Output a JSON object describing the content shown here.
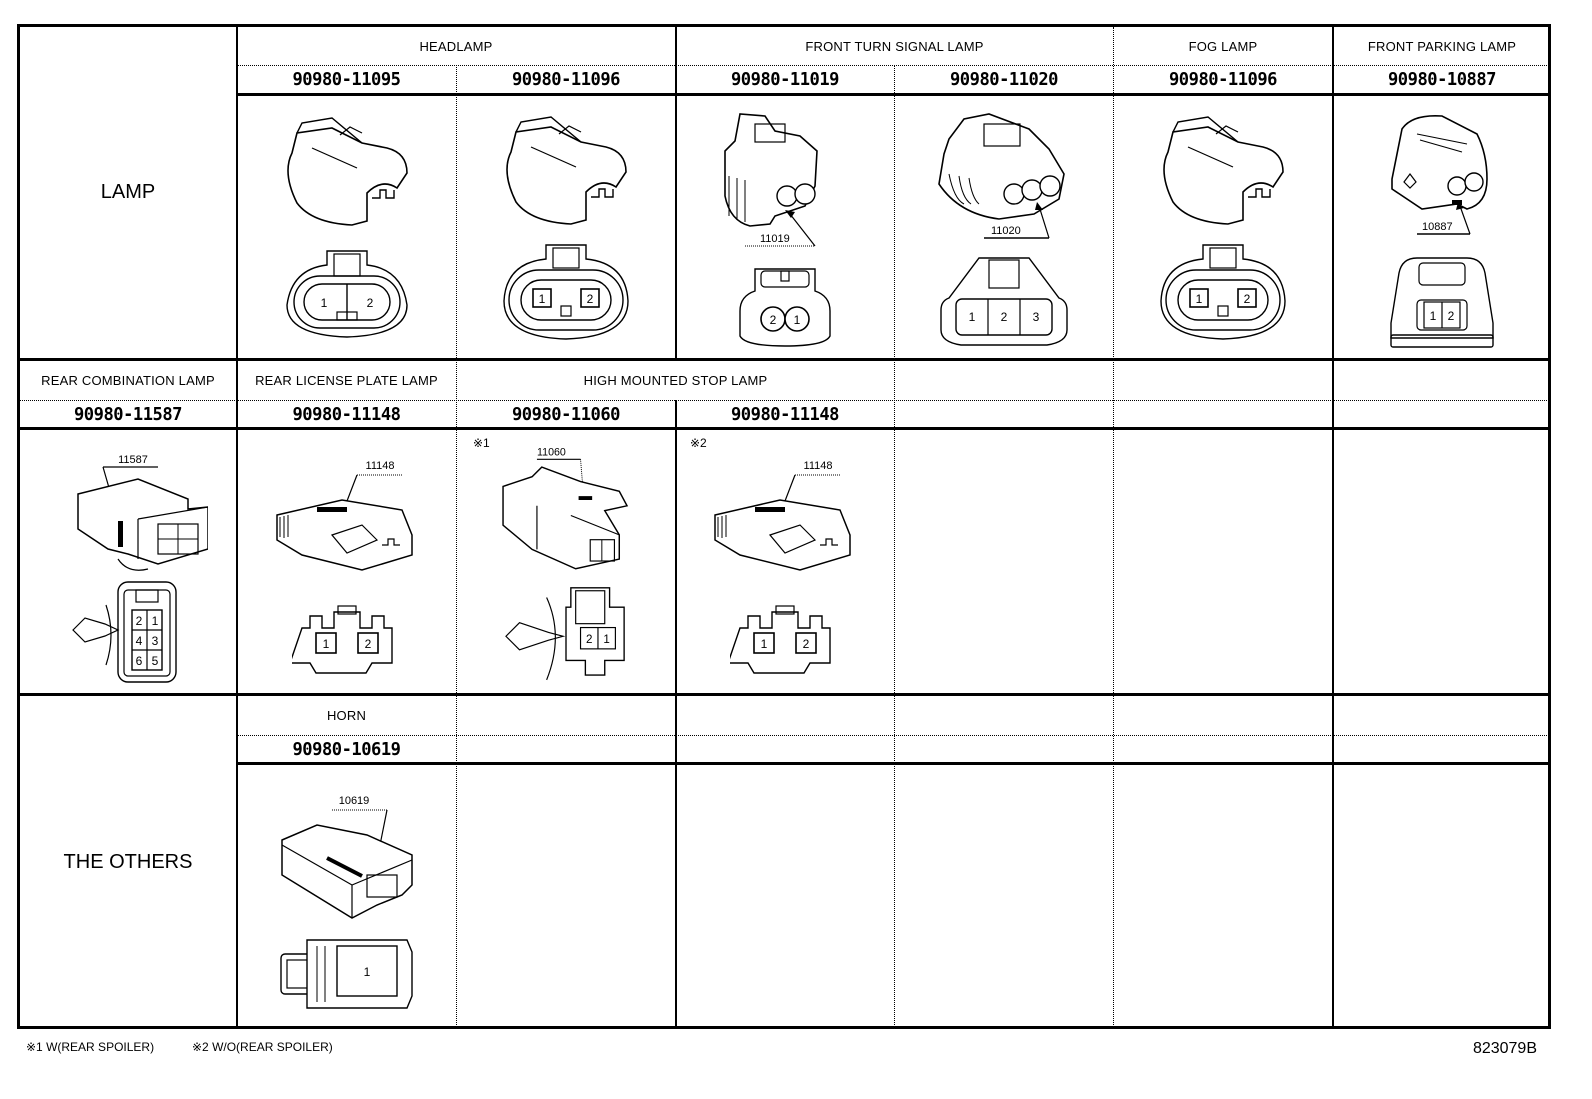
{
  "sections": {
    "lamp": {
      "category": "LAMP",
      "groups": [
        {
          "title": "HEADLAMP"
        },
        {
          "title": "FRONT TURN SIGNAL LAMP"
        },
        {
          "title": "FOG LAMP"
        },
        {
          "title": "FRONT PARKING LAMP"
        }
      ],
      "connectors": [
        {
          "part_number": "90980-11095",
          "callout": "",
          "pins": [
            "1",
            "2"
          ]
        },
        {
          "part_number": "90980-11096",
          "callout": "",
          "pins": [
            "1",
            "2"
          ]
        },
        {
          "part_number": "90980-11019",
          "callout": "11019",
          "pins": [
            "2",
            "1"
          ]
        },
        {
          "part_number": "90980-11020",
          "callout": "11020",
          "pins": [
            "1",
            "2",
            "3"
          ]
        },
        {
          "part_number": "90980-11096",
          "callout": "",
          "pins": [
            "1",
            "2"
          ]
        },
        {
          "part_number": "90980-10887",
          "callout": "10887",
          "pins": [
            "1",
            "2"
          ]
        }
      ]
    },
    "rear": {
      "groups": [
        {
          "title": "REAR COMBINATION LAMP"
        },
        {
          "title": "REAR LICENSE PLATE LAMP"
        },
        {
          "title": "HIGH MOUNTED STOP LAMP"
        }
      ],
      "connectors": [
        {
          "part_number": "90980-11587",
          "callout": "11587",
          "note": "",
          "pins": [
            "2",
            "1",
            "4",
            "3",
            "6",
            "5"
          ]
        },
        {
          "part_number": "90980-11148",
          "callout": "11148",
          "note": "",
          "pins": [
            "1",
            "2"
          ]
        },
        {
          "part_number": "90980-11060",
          "callout": "11060",
          "note": "※1",
          "pins": [
            "2",
            "1"
          ]
        },
        {
          "part_number": "90980-11148",
          "callout": "11148",
          "note": "※2",
          "pins": [
            "1",
            "2"
          ]
        }
      ]
    },
    "others": {
      "category": "THE OTHERS",
      "groups": [
        {
          "title": "HORN"
        }
      ],
      "connectors": [
        {
          "part_number": "90980-10619",
          "callout": "10619",
          "pins": [
            "1"
          ]
        }
      ]
    }
  },
  "footnotes": {
    "note1": "※1 W(REAR SPOILER)",
    "note2": "※2 W/O(REAR SPOILER)"
  },
  "diagram_code": "823079B"
}
